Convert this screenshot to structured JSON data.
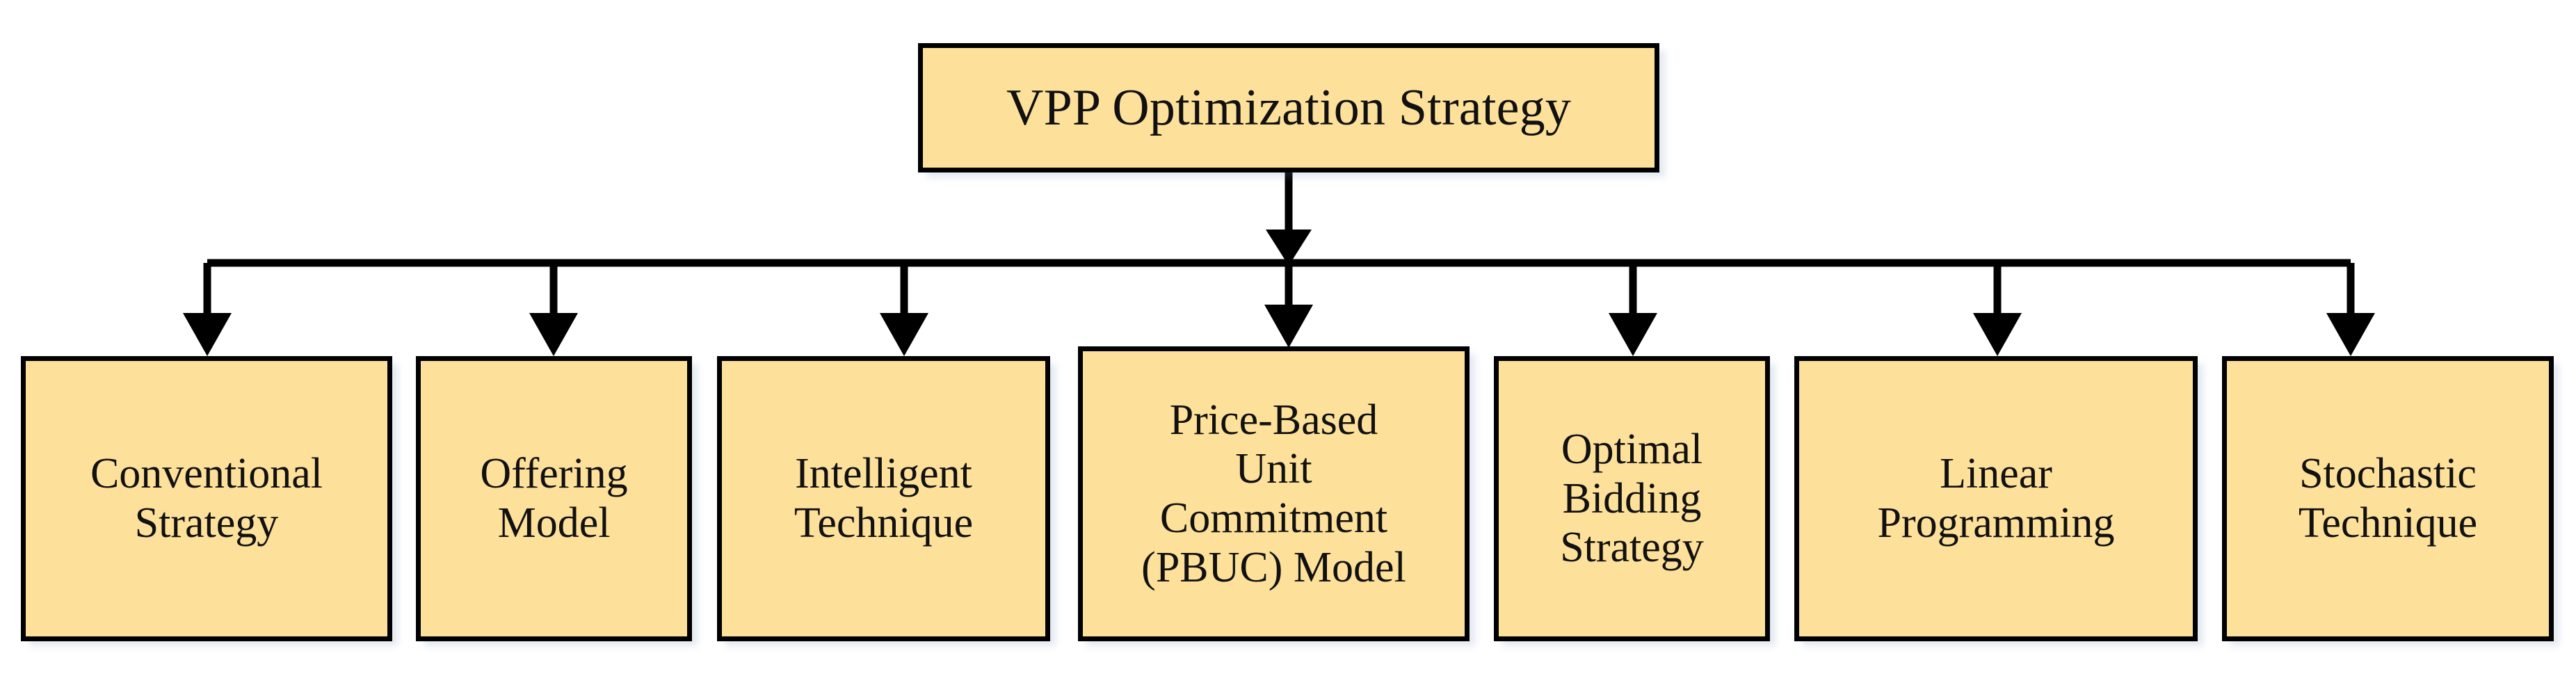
{
  "diagram": {
    "type": "tree-flowchart",
    "title": "VPP Optimization Strategy",
    "colors": {
      "node_fill": "#fde09a",
      "node_border": "#000000",
      "text": "#111111",
      "connector": "#000000",
      "background": "#ffffff"
    },
    "root": {
      "label": "VPP Optimization Strategy"
    },
    "children": [
      {
        "label": "Conventional\nStrategy"
      },
      {
        "label": "Offering\nModel"
      },
      {
        "label": "Intelligent\nTechnique"
      },
      {
        "label": "Price-Based\nUnit\nCommitment\n(PBUC) Model"
      },
      {
        "label": "Optimal\nBidding\nStrategy"
      },
      {
        "label": "Linear\nProgramming"
      },
      {
        "label": "Stochastic\nTechnique"
      }
    ],
    "edges": {
      "count": 7,
      "style": "orthogonal-bus-with-arrowheads",
      "from": "VPP Optimization Strategy",
      "bus_label": "horizontal distribution bus"
    }
  }
}
